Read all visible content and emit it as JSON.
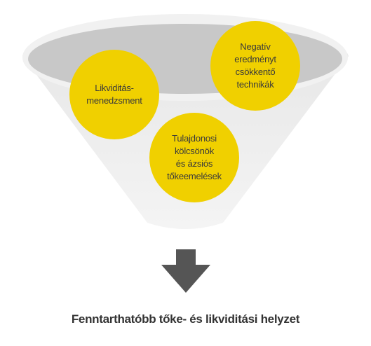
{
  "circles": {
    "likviditas": "Likviditás-\nmenedzsment",
    "negativ": "Negatív\neredményt\ncsökkentő\ntechnikák",
    "tulajdonosi": "Tulajdonosi\nkölcsönök\nés ázsiós\ntőkeemelések"
  },
  "result": "Fenntarthatóbb tőke- és likviditási helyzet",
  "colors": {
    "circle_fill": "#f0d000",
    "funnel_body": "#eeeeee",
    "funnel_rim_inner": "#c8c8c8",
    "arrow": "#555555",
    "text": "#333333"
  }
}
